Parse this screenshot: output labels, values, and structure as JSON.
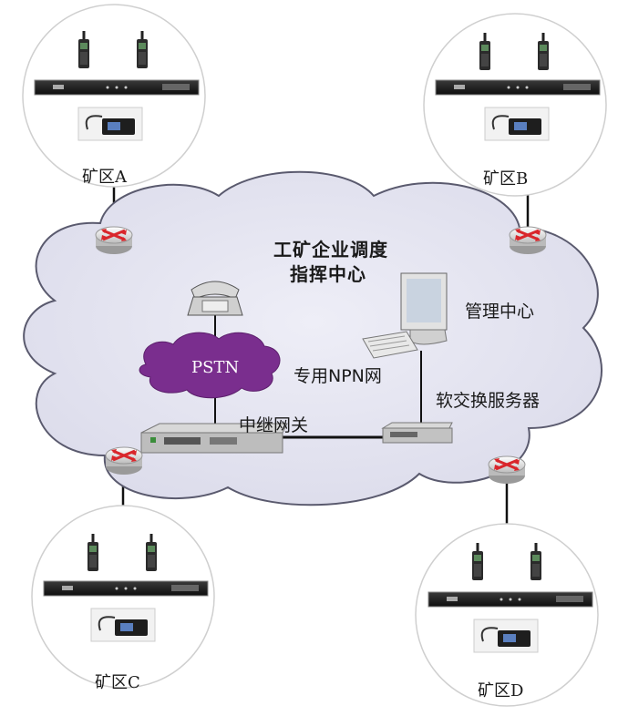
{
  "center": {
    "title_line1": "工矿企业调度",
    "title_line2": "指挥中心"
  },
  "labels": {
    "management": "管理中心",
    "pstn": "PSTN",
    "npn": "专用NPN网",
    "softswitch": "软交换服务器",
    "trunk_gateway": "中继网关"
  },
  "areas": [
    {
      "id": "A",
      "label": "矿区A"
    },
    {
      "id": "B",
      "label": "矿区B"
    },
    {
      "id": "C",
      "label": "矿区C"
    },
    {
      "id": "D",
      "label": "矿区D"
    }
  ],
  "colors": {
    "cloud_fill": "#e6e6f2",
    "pstn_fill": "#7a2e8e",
    "router_arrow": "#d9262b",
    "line": "#111111"
  }
}
